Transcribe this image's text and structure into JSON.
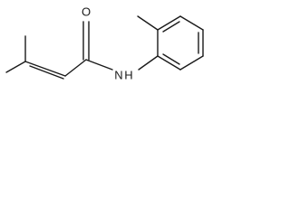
{
  "molecule": {
    "atoms": [
      {
        "symbol": "O"
      },
      {
        "symbol": "N"
      },
      {
        "symbol": "H"
      }
    ]
  }
}
